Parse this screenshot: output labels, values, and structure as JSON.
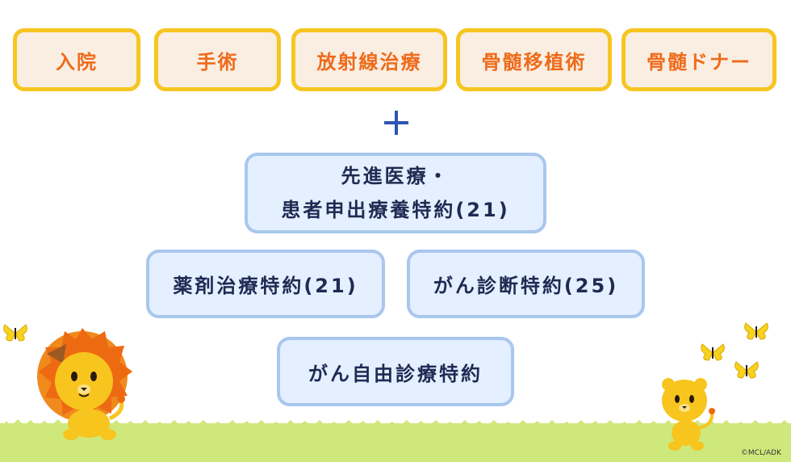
{
  "top_row": {
    "items": [
      {
        "label": "入院"
      },
      {
        "label": "手術"
      },
      {
        "label": "放射線治療"
      },
      {
        "label": "骨髄移植術"
      },
      {
        "label": "骨髄ドナー"
      }
    ]
  },
  "plus_symbol": "+",
  "riders": {
    "advanced_line1": "先進医療・",
    "advanced_line2": "患者申出療養特約(21)",
    "drug": "薬剤治療特約(21)",
    "cancer_diagnosis": "がん診断特約(25)",
    "cancer_free": "がん自由診療特約"
  },
  "footer": {
    "copyright": "©MCL/ADK"
  },
  "colors": {
    "top_border": "#f7c521",
    "top_fill": "#faeee2",
    "top_text": "#ee6b1a",
    "blue_border": "#a9c7ee",
    "blue_fill": "#e4efff",
    "blue_text": "#1e2a52",
    "plus": "#2f55b3",
    "grass": "#cfe87b"
  },
  "illustrations": {
    "left_character": "lion-mascot",
    "right_character": "lion-cub-mascot",
    "decorations": [
      "butterfly-icon",
      "grass"
    ]
  }
}
